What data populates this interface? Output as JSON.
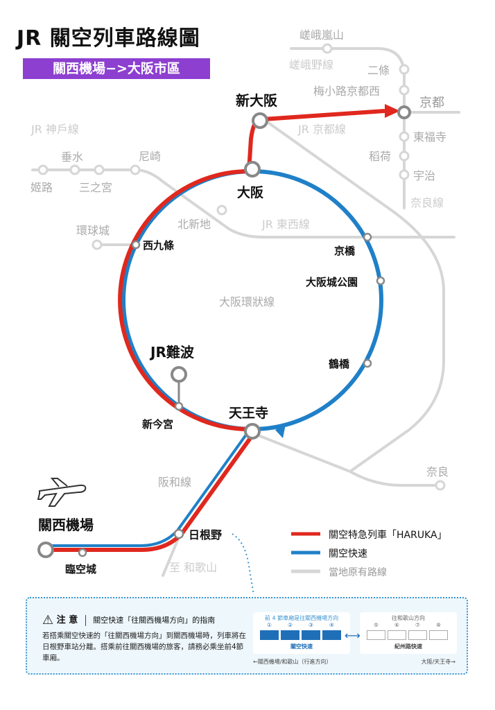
{
  "title": "JR 關空列車路線圖",
  "subtitle": "關西機場−>大阪市區",
  "colors": {
    "haruka": "#e0281e",
    "kanku": "#1f80c8",
    "existing": "#d6d6d6",
    "accent": "#8d3fd0"
  },
  "stations": {
    "shin_osaka": "新大阪",
    "osaka": "大阪",
    "kyoto": "京都",
    "jr_namba": "JR難波",
    "tennoji": "天王寺",
    "kansai_airport": "關西機場",
    "nishikujo": "西九條",
    "kyobashi": "京橋",
    "osakajo": "大阪城公園",
    "tsuruhashi": "鶴橋",
    "shin_imamiya": "新今宮",
    "hineno": "日根野",
    "rinku": "臨空城",
    "saga_arashiyama": "嵯峨嵐山",
    "saga": "嵯峨野線",
    "nijo": "二條",
    "umekoji": "梅小路京都西",
    "tofukuji": "東福寺",
    "inari": "稻荷",
    "uji": "宇治",
    "nara_line": "奈良線",
    "kobe_line": "JR 神戶線",
    "tarumi": "垂水",
    "amagasaki": "尼崎",
    "himeji": "姬路",
    "sannomiya": "三之宮",
    "kitashinchi": "北新地",
    "universal": "環球城",
    "jr_kyoto_line": "JR 京都線",
    "jr_tozai_line": "JR 東西線",
    "loop_line": "大阪環狀線",
    "hanwa_line": "阪和線",
    "wakayama": "至 和歌山",
    "nara": "奈良"
  },
  "legend": {
    "haruka": "關空特急列車「HARUKA」",
    "kanku": "關空快速",
    "existing": "當地原有路線"
  },
  "notice": {
    "label": "注 意",
    "heading": "關空快速「往關西機場方向」的指南",
    "text": "若搭乘關空快速的「往關西機場方向」到關西機場時，列車將在日根野車站分離。搭乘前往關西機場的旅客，請務必乘坐前4節車廂。",
    "front_label": "前 4 節車廂是往關西機場方向",
    "rear_label": "往和歌山方向",
    "car_numbers_front": [
      "①",
      "②",
      "③",
      "④"
    ],
    "car_numbers_rear": [
      "⑤",
      "⑥",
      "⑦",
      "⑧"
    ],
    "front_name": "關空快速",
    "rear_name": "紀州路快速",
    "dir_left": "←關西機場/和歌山（行進方向）",
    "dir_right": "大阪/天王寺→"
  }
}
